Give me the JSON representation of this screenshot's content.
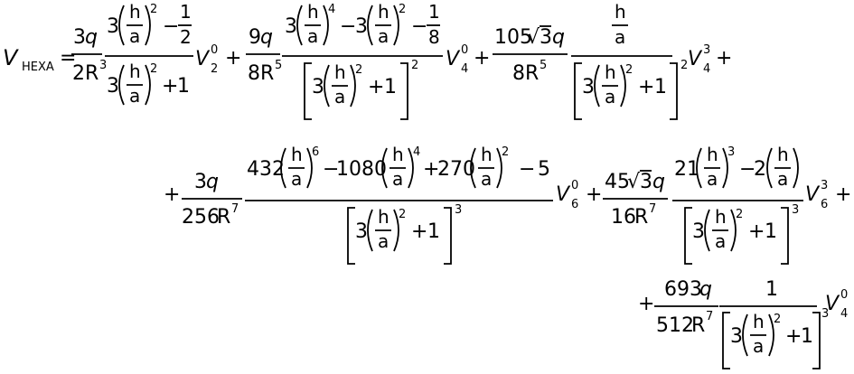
{
  "equation": {
    "lhs": {
      "symbol": "V",
      "subscript": "HEXA"
    },
    "eq": "=",
    "ops": {
      "plus": "+",
      "minus": "−"
    },
    "t": {
      "three": "3",
      "two": "2",
      "one": "1",
      "eight": "8",
      "h": "h",
      "a": "a",
      "p2": "2",
      "p3": "3",
      "p4": "4",
      "p6": "6",
      "V": "V",
      "q": "q",
      "R": "R",
      "s0": "0",
      "s3": "3",
      "c3q": "3",
      "c2R": "2",
      "c9q": "9",
      "c8R": "8",
      "c105": "105",
      "sqrt3": "√3",
      "c256R": "256",
      "c432": "432",
      "c1080": "1080",
      "c270": "270",
      "c5": "5",
      "c45": "45",
      "c16R": "16",
      "c21": "21",
      "c693": "693",
      "c512R": "512",
      "sub2": "2",
      "sub4": "4",
      "sub6": "6",
      "sup5": "5",
      "sup7": "7"
    }
  }
}
